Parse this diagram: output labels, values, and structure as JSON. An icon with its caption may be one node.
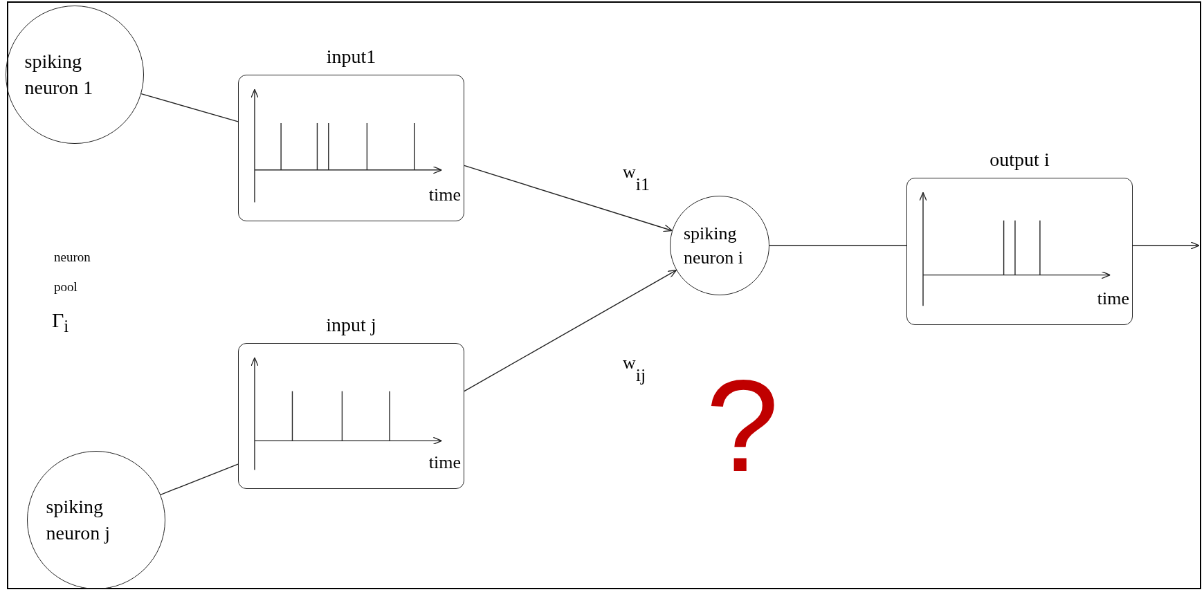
{
  "diagram": {
    "nodes": [
      {
        "text": [
          "spiking neuron 1"
        ]
      },
      {
        "text": [
          "input1",
          "time"
        ]
      },
      {
        "text": [
          "input j",
          "time"
        ]
      },
      {
        "text": [
          "spiking neuron j"
        ]
      },
      {
        "text": [
          "spiking neuron i"
        ]
      },
      {
        "text": [
          "output i",
          "time"
        ]
      }
    ],
    "edges": [
      {
        "from": 0,
        "to": 1,
        "arrow": "none"
      },
      {
        "from": 3,
        "to": 2,
        "arrow": "none"
      },
      {
        "from": 1,
        "to": 4,
        "arrow": "to",
        "label": "w$_{i1}$"
      },
      {
        "from": 2,
        "to": 4,
        "arrow": "to",
        "label": "w$_{ij}$"
      },
      {
        "from": 4,
        "to": 5,
        "arrow": "none"
      },
      {
        "from": 5,
        "to": null,
        "arrow": "to"
      }
    ],
    "labels": [
      "neuron",
      "pool",
      "Γ$_{i}$",
      "?"
    ]
  }
}
